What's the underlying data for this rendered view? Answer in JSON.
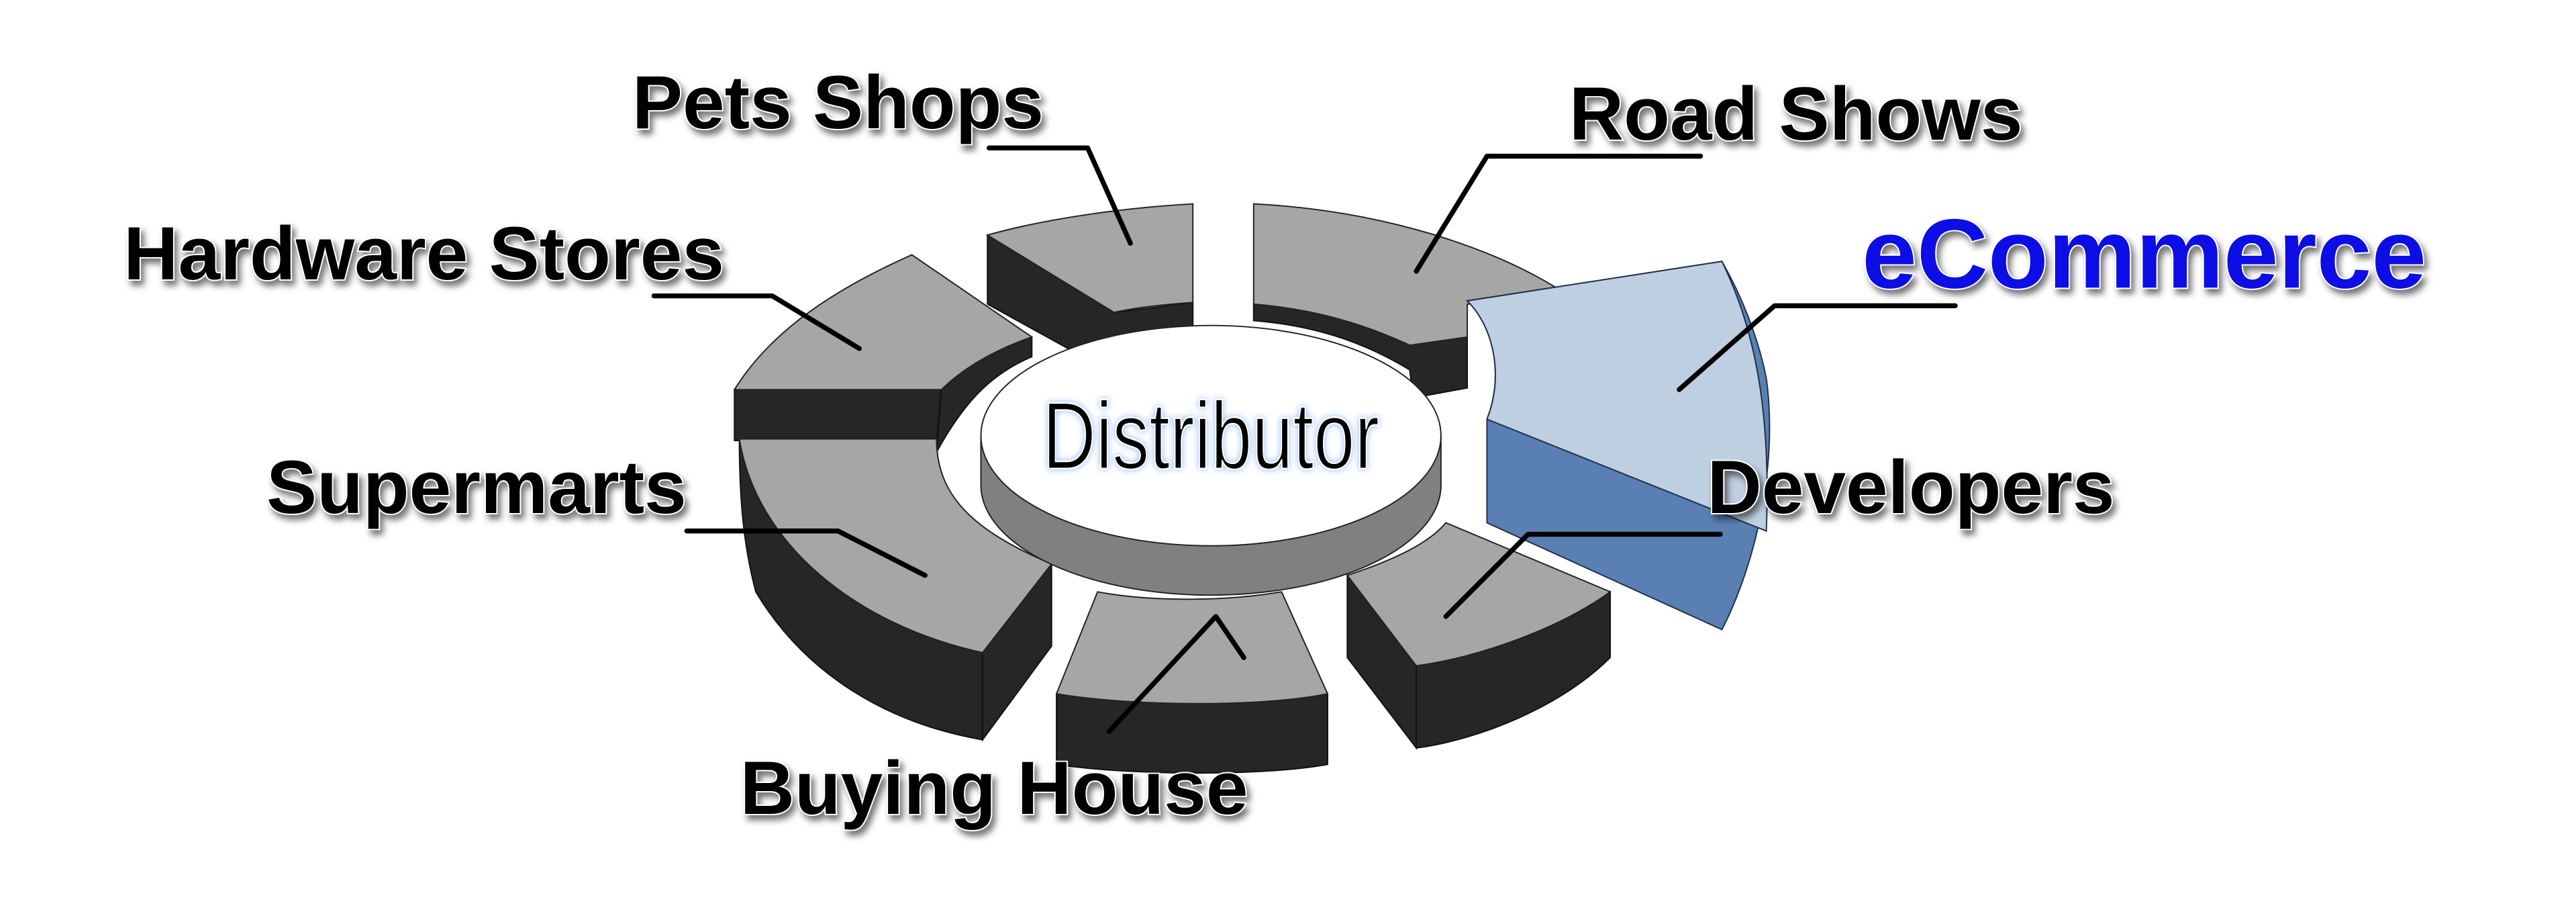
{
  "diagram": {
    "center": "Distributor",
    "segments": [
      {
        "label": "Pets Shops"
      },
      {
        "label": "Road Shows"
      },
      {
        "label": "Hardware Stores"
      },
      {
        "label": "eCommerce",
        "highlighted": true
      },
      {
        "label": "Supermarts"
      },
      {
        "label": "Developers"
      },
      {
        "label": "Buying House"
      }
    ],
    "colors": {
      "segment_top": "#a6a6a6",
      "segment_side": "#262626",
      "highlight_top": "#bfcfe2",
      "highlight_side": "#5a7fb3",
      "highlight_text": "#0a0ae6",
      "hub_side": "#808080"
    }
  }
}
